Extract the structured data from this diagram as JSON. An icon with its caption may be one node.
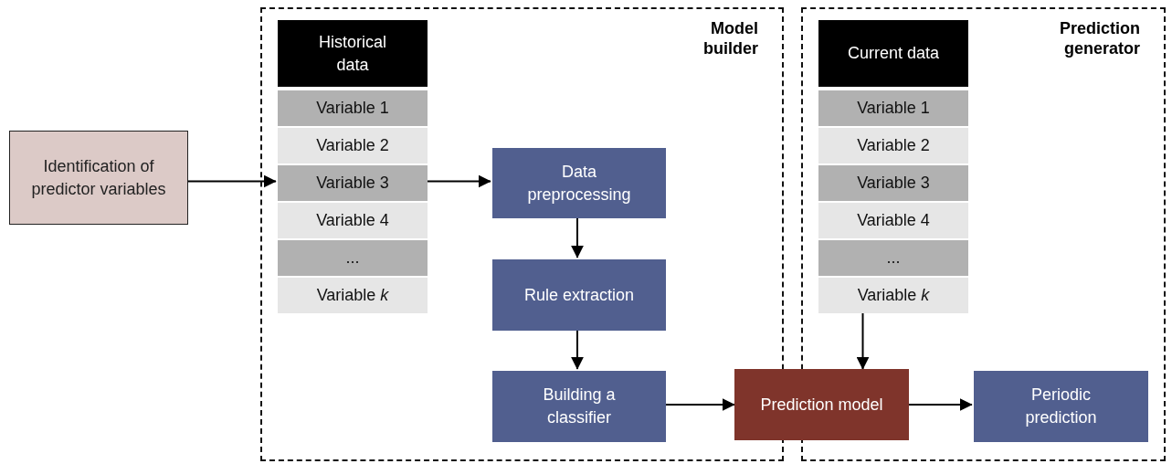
{
  "diagram": {
    "nodes": [
      {
        "text": [
          "Identification of predictor variables"
        ]
      },
      {
        "text": [
          "Model builder"
        ]
      },
      {
        "text": [
          "Historical data"
        ],
        "in": 1
      },
      {
        "text": [
          "Variable 1"
        ],
        "in": 1
      },
      {
        "text": [
          "Variable 2"
        ],
        "in": 1
      },
      {
        "text": [
          "Variable 3"
        ],
        "in": 1
      },
      {
        "text": [
          "Variable 4"
        ],
        "in": 1
      },
      {
        "text": [
          "..."
        ],
        "in": 1
      },
      {
        "text": [
          "Variable *k*"
        ],
        "in": 1
      },
      {
        "text": [
          "Data preprocessing"
        ],
        "in": 1
      },
      {
        "text": [
          "Rule extraction"
        ],
        "in": 1
      },
      {
        "text": [
          "Building a classifier"
        ],
        "in": 1
      },
      {
        "text": [
          "Prediction model"
        ]
      },
      {
        "text": [
          "Prediction generator"
        ]
      },
      {
        "text": [
          "Current data"
        ],
        "in": 13
      },
      {
        "text": [
          "Variable 1"
        ],
        "in": 13
      },
      {
        "text": [
          "Variable 2"
        ],
        "in": 13
      },
      {
        "text": [
          "Variable 3"
        ],
        "in": 13
      },
      {
        "text": [
          "Variable 4"
        ],
        "in": 13
      },
      {
        "text": [
          "..."
        ],
        "in": 13
      },
      {
        "text": [
          "Variable *k*"
        ],
        "in": 13
      },
      {
        "text": [
          "Periodic prediction"
        ],
        "in": 13
      }
    ],
    "edges": [
      {
        "from": 0,
        "to": 5,
        "arrow": "to"
      },
      {
        "from": 5,
        "to": 9,
        "arrow": "to"
      },
      {
        "from": 9,
        "to": 10,
        "arrow": "to"
      },
      {
        "from": 10,
        "to": 11,
        "arrow": "to"
      },
      {
        "from": 11,
        "to": 12,
        "arrow": "to"
      },
      {
        "from": 20,
        "to": 12,
        "arrow": "to"
      },
      {
        "from": 12,
        "to": 21,
        "arrow": "to"
      }
    ]
  }
}
